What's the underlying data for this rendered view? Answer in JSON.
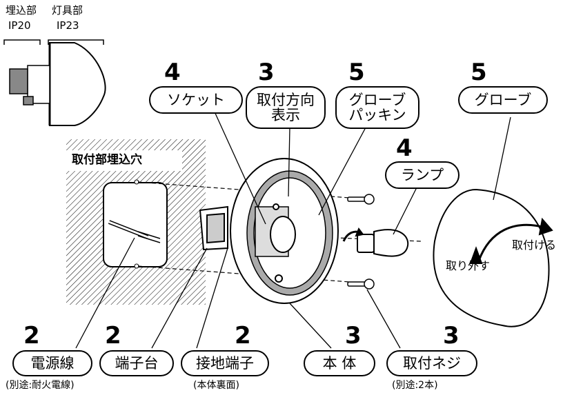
{
  "side_view": {
    "embed_label": "埋込部",
    "embed_ip": "IP20",
    "light_label": "灯具部",
    "light_ip": "IP23"
  },
  "callouts": {
    "socket": {
      "num": "4",
      "label": "ソケット"
    },
    "direction": {
      "num": "3",
      "line1": "取付方向",
      "line2": "表示"
    },
    "packing": {
      "num": "5",
      "line1": "グローブ",
      "line2": "パッキン"
    },
    "globe": {
      "num": "5",
      "label": "グローブ"
    },
    "lamp": {
      "num": "4",
      "label": "ランプ"
    },
    "power_cable": {
      "num": "2",
      "label": "電源線",
      "note": "(別途:耐火電線)"
    },
    "terminal_block": {
      "num": "2",
      "label": "端子台"
    },
    "ground_terminal": {
      "num": "2",
      "label": "接地端子",
      "note": "(本体裏面)"
    },
    "body": {
      "num": "3",
      "label": "本 体"
    },
    "screw": {
      "num": "3",
      "label": "取付ネジ",
      "note": "(別途:2本)"
    }
  },
  "hole_label": "取付部埋込穴",
  "remove_label": "取り外す",
  "attach_label": "取付ける"
}
